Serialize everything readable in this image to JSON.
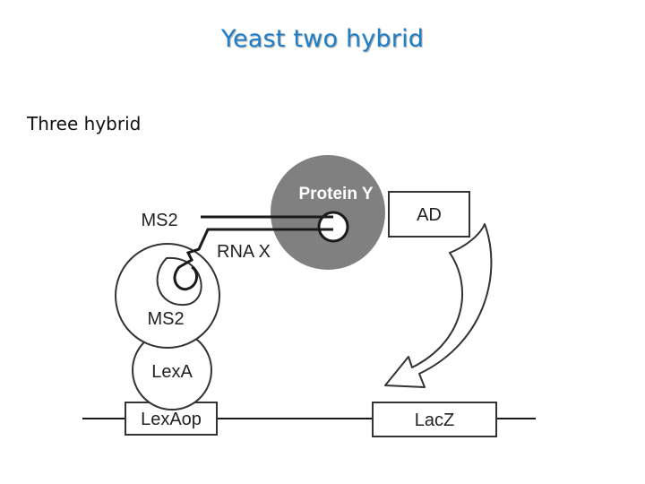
{
  "slide": {
    "title": "Yeast two hybrid",
    "subtitle": "Three hybrid"
  },
  "diagram": {
    "labels": {
      "protein_y": "Protein Y",
      "ad": "AD",
      "ms2_top": "MS2",
      "rna_x": "RNA X",
      "ms2_bottom": "MS2",
      "lexa": "LexA",
      "lexaop": "LexAop",
      "lacz": "LacZ"
    },
    "colors": {
      "title": "#1e7fc8",
      "protein_y_fill": "#808080",
      "outline": "#333333",
      "line": "#1a1a1a"
    }
  }
}
